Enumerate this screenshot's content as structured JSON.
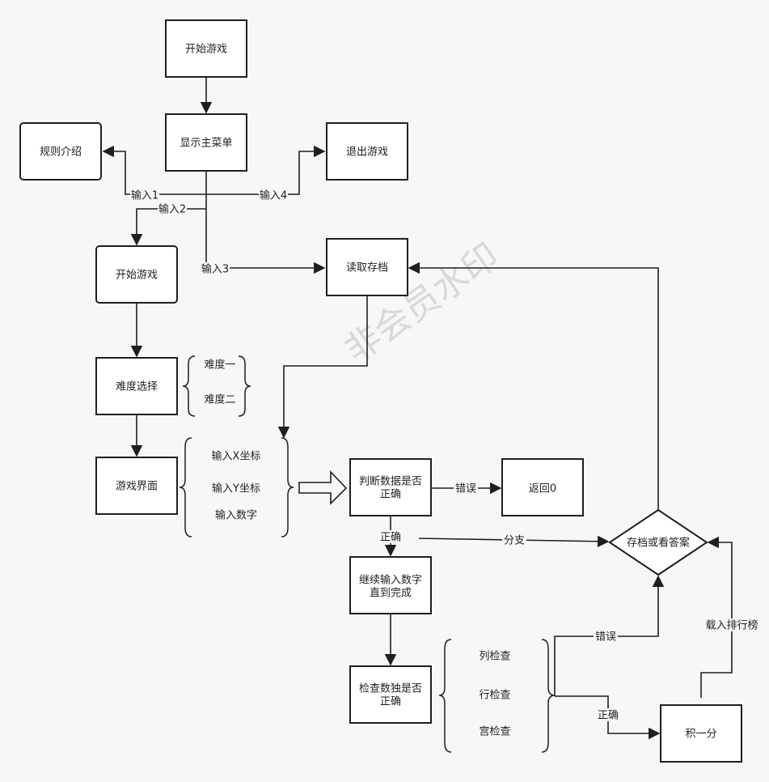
{
  "nodes": {
    "start_top": "开始游戏",
    "main_menu": "显示主菜单",
    "rules": "规则介绍",
    "exit": "退出游戏",
    "start_game": "开始游戏",
    "load_save": "读取存档",
    "difficulty": "难度选择",
    "game_ui": "游戏界面",
    "judge_line1": "判断数据是否",
    "judge_line2": "正确",
    "return0": "返回0",
    "continue_line1": "继续输入数字",
    "continue_line2": "直到完成",
    "check_line1": "检查数独是否",
    "check_line2": "正确",
    "score": "积一分",
    "save_or_answer": "存档或看答案"
  },
  "difficulty_options": [
    "难度一",
    "难度二"
  ],
  "input_options": [
    "输入X坐标",
    "输入Y坐标",
    "输入数字"
  ],
  "check_options": [
    "列检查",
    "行检查",
    "宫检查"
  ],
  "edge_labels": {
    "input1": "输入1",
    "input2": "输入2",
    "input3": "输入3",
    "input4": "输入4",
    "error1": "错误",
    "correct1": "正确",
    "branch": "分支",
    "error2": "错误",
    "correct2": "正确",
    "leaderboard": "载入排行榜"
  },
  "watermark": "非会员水印"
}
